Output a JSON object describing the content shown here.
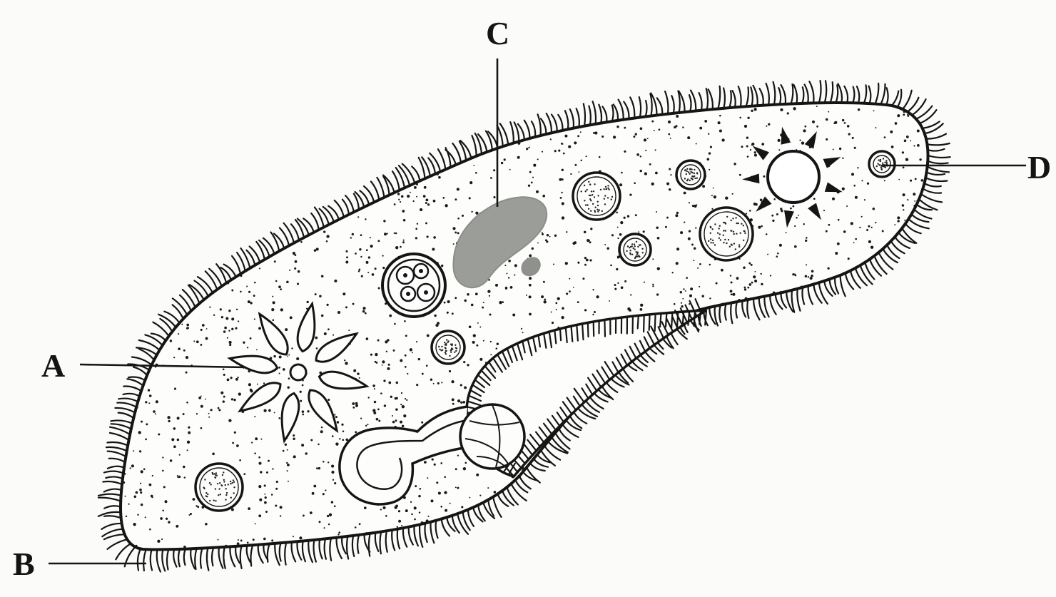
{
  "labels": {
    "a": "A",
    "b": "B",
    "c": "C",
    "d": "D"
  },
  "colors": {
    "ink": "#151515",
    "nucleus_fill": "#9a9d98",
    "background": "#fbfbf9"
  }
}
